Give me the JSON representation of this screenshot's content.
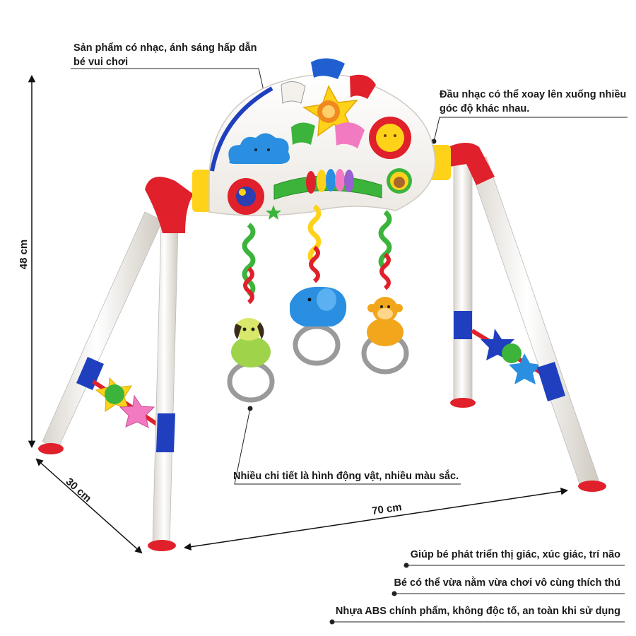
{
  "callouts": {
    "music_lights_line1": "Sản phẩm có nhạc, ánh sáng hấp dẫn",
    "music_lights_line2": "bé vui chơi",
    "rotate_line1": "Đầu nhạc có thể xoay lên xuống nhiều",
    "rotate_line2": "góc độ khác nhau.",
    "animals": "Nhiều chi tiết là hình động vật, nhiều màu sắc."
  },
  "dimensions": {
    "height": "48 cm",
    "depth": "30 cm",
    "width": "70 cm"
  },
  "features": [
    "Giúp bé phát triển thị giác, xúc giác, trí não",
    "Bé có thể vừa nằm vừa chơi vô cùng thích thú",
    "Nhựa ABS chính phẩm, không độc tố, an toàn khi sử dụng"
  ],
  "colors": {
    "red": "#e0202a",
    "blue": "#1f3fbf",
    "yellow": "#ffd21a",
    "green": "#3cb43c",
    "white_pipe": "#f4f1ec"
  },
  "icons": {
    "toy_mascot": "lion-face",
    "hanging_toys": [
      "dog-rattle",
      "elephant-rattle",
      "monkey-rattle"
    ]
  }
}
